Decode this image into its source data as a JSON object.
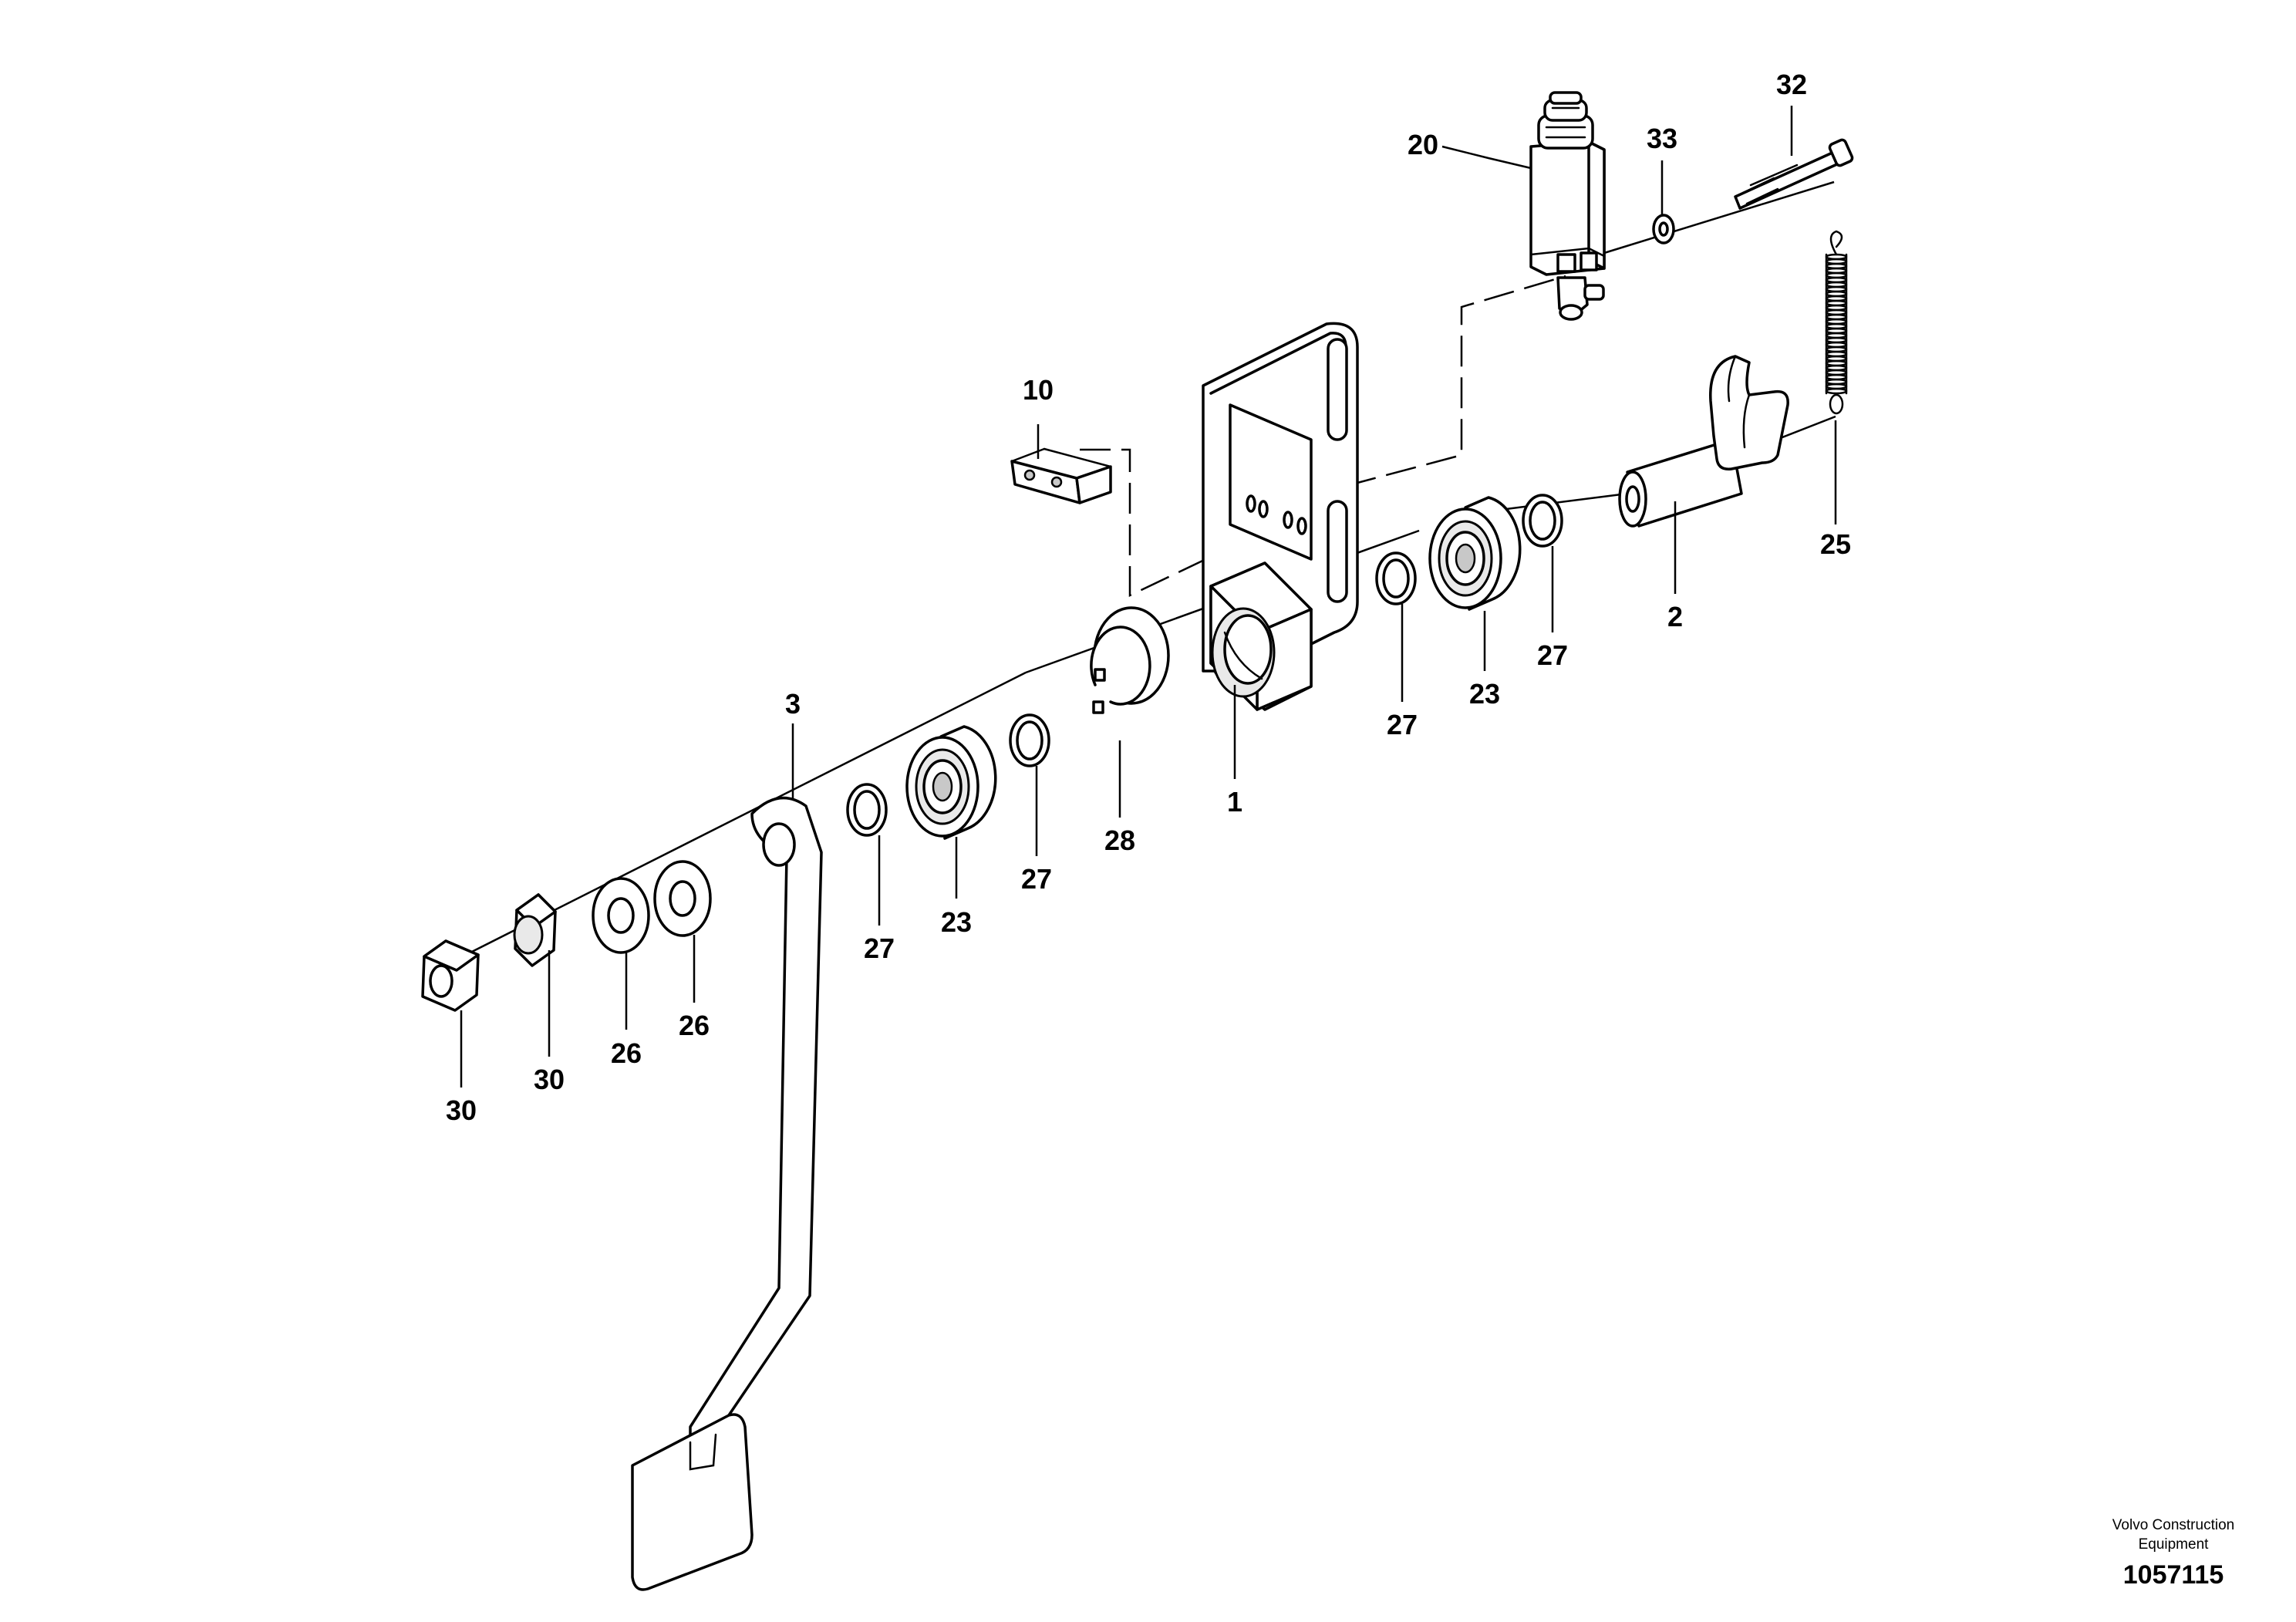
{
  "callouts": {
    "c1": "1",
    "c2": "2",
    "c3": "3",
    "c10": "10",
    "c20": "20",
    "c23a": "23",
    "c23b": "23",
    "c25": "25",
    "c26a": "26",
    "c26b": "26",
    "c27a": "27",
    "c27b": "27",
    "c27c": "27",
    "c27d": "27",
    "c28": "28",
    "c30a": "30",
    "c30b": "30",
    "c32": "32",
    "c33": "33"
  },
  "footer": {
    "brand_line1": "Volvo Construction",
    "brand_line2": "Equipment",
    "drawing_number": "1057115"
  }
}
